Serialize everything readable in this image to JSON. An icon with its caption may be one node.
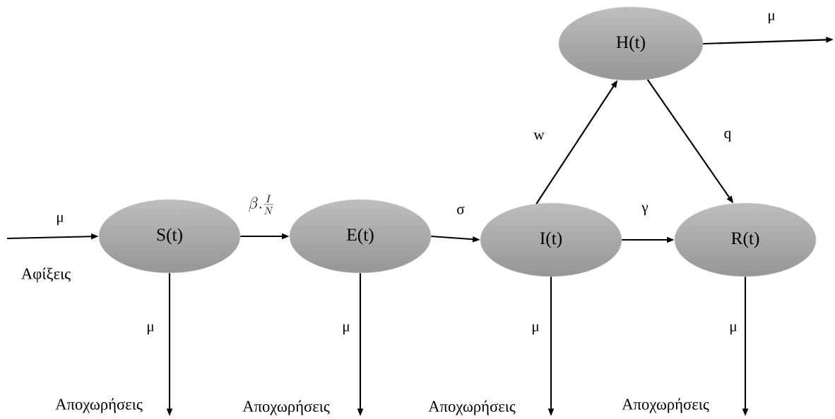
{
  "diagram": {
    "nodes": [
      {
        "text": [
          "S(t)"
        ]
      },
      {
        "text": [
          "E(t)"
        ]
      },
      {
        "text": [
          "I(t)"
        ]
      },
      {
        "text": [
          "R(t)"
        ]
      },
      {
        "text": [
          "H(t)"
        ]
      }
    ],
    "edges": [
      {
        "from": null,
        "to": 0,
        "arrow": "to",
        "label": "μ"
      },
      {
        "from": 0,
        "to": 1,
        "arrow": "to",
        "label": "\\beta.\\frac{I}{N}"
      },
      {
        "from": 1,
        "to": 2,
        "arrow": "to",
        "label": "σ"
      },
      {
        "from": 2,
        "to": 3,
        "arrow": "to",
        "label": "γ"
      },
      {
        "from": 2,
        "to": 4,
        "arrow": "to",
        "label": "w"
      },
      {
        "from": 4,
        "to": 3,
        "arrow": "to",
        "label": "q"
      },
      {
        "from": 4,
        "to": null,
        "arrow": "to",
        "label": "μ"
      },
      {
        "from": 0,
        "to": null,
        "arrow": "to",
        "label": "μ"
      },
      {
        "from": 1,
        "to": null,
        "arrow": "to",
        "label": "μ"
      },
      {
        "from": 2,
        "to": null,
        "arrow": "to",
        "label": "μ"
      },
      {
        "from": 3,
        "to": null,
        "arrow": "to",
        "label": "μ"
      }
    ],
    "labels": [
      "Αφίξεις",
      "Αποχωρήσεις",
      "Αποχωρήσεις",
      "Αποχωρήσεις",
      "Αποχωρήσεις"
    ]
  }
}
